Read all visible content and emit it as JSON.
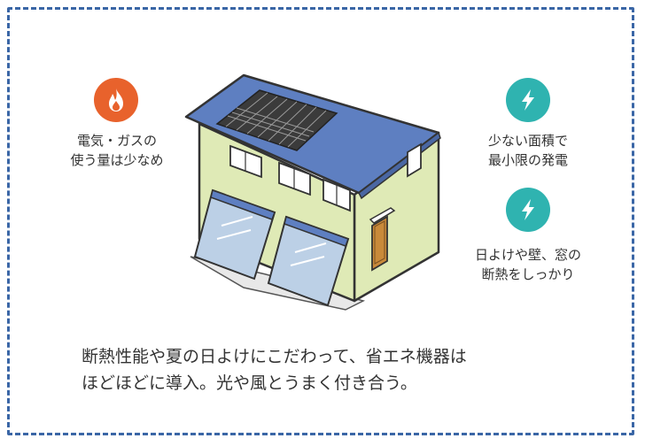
{
  "features": [
    {
      "icon": "flame-icon",
      "color": "#e8622c",
      "line1": "電気・ガスの",
      "line2": "使う量は少なめ"
    },
    {
      "icon": "lightning-icon",
      "color": "#2fb3b0",
      "line1": "少ない面積で",
      "line2": "最小限の発電"
    },
    {
      "icon": "lightning-icon",
      "color": "#2fb3b0",
      "line1": "日よけや壁、窓の",
      "line2": "断熱をしっかり"
    }
  ],
  "summary": {
    "line1": "断熱性能や夏の日よけにこだわって、省エネ機器は",
    "line2": "ほどほどに導入。光や風とうまく付き合う。"
  },
  "colors": {
    "border": "#3a66a6",
    "roof": "#5e7fc1",
    "wall": "#dfeab6",
    "panel": "#3b3b3b",
    "awning": "#bcd0e6"
  }
}
